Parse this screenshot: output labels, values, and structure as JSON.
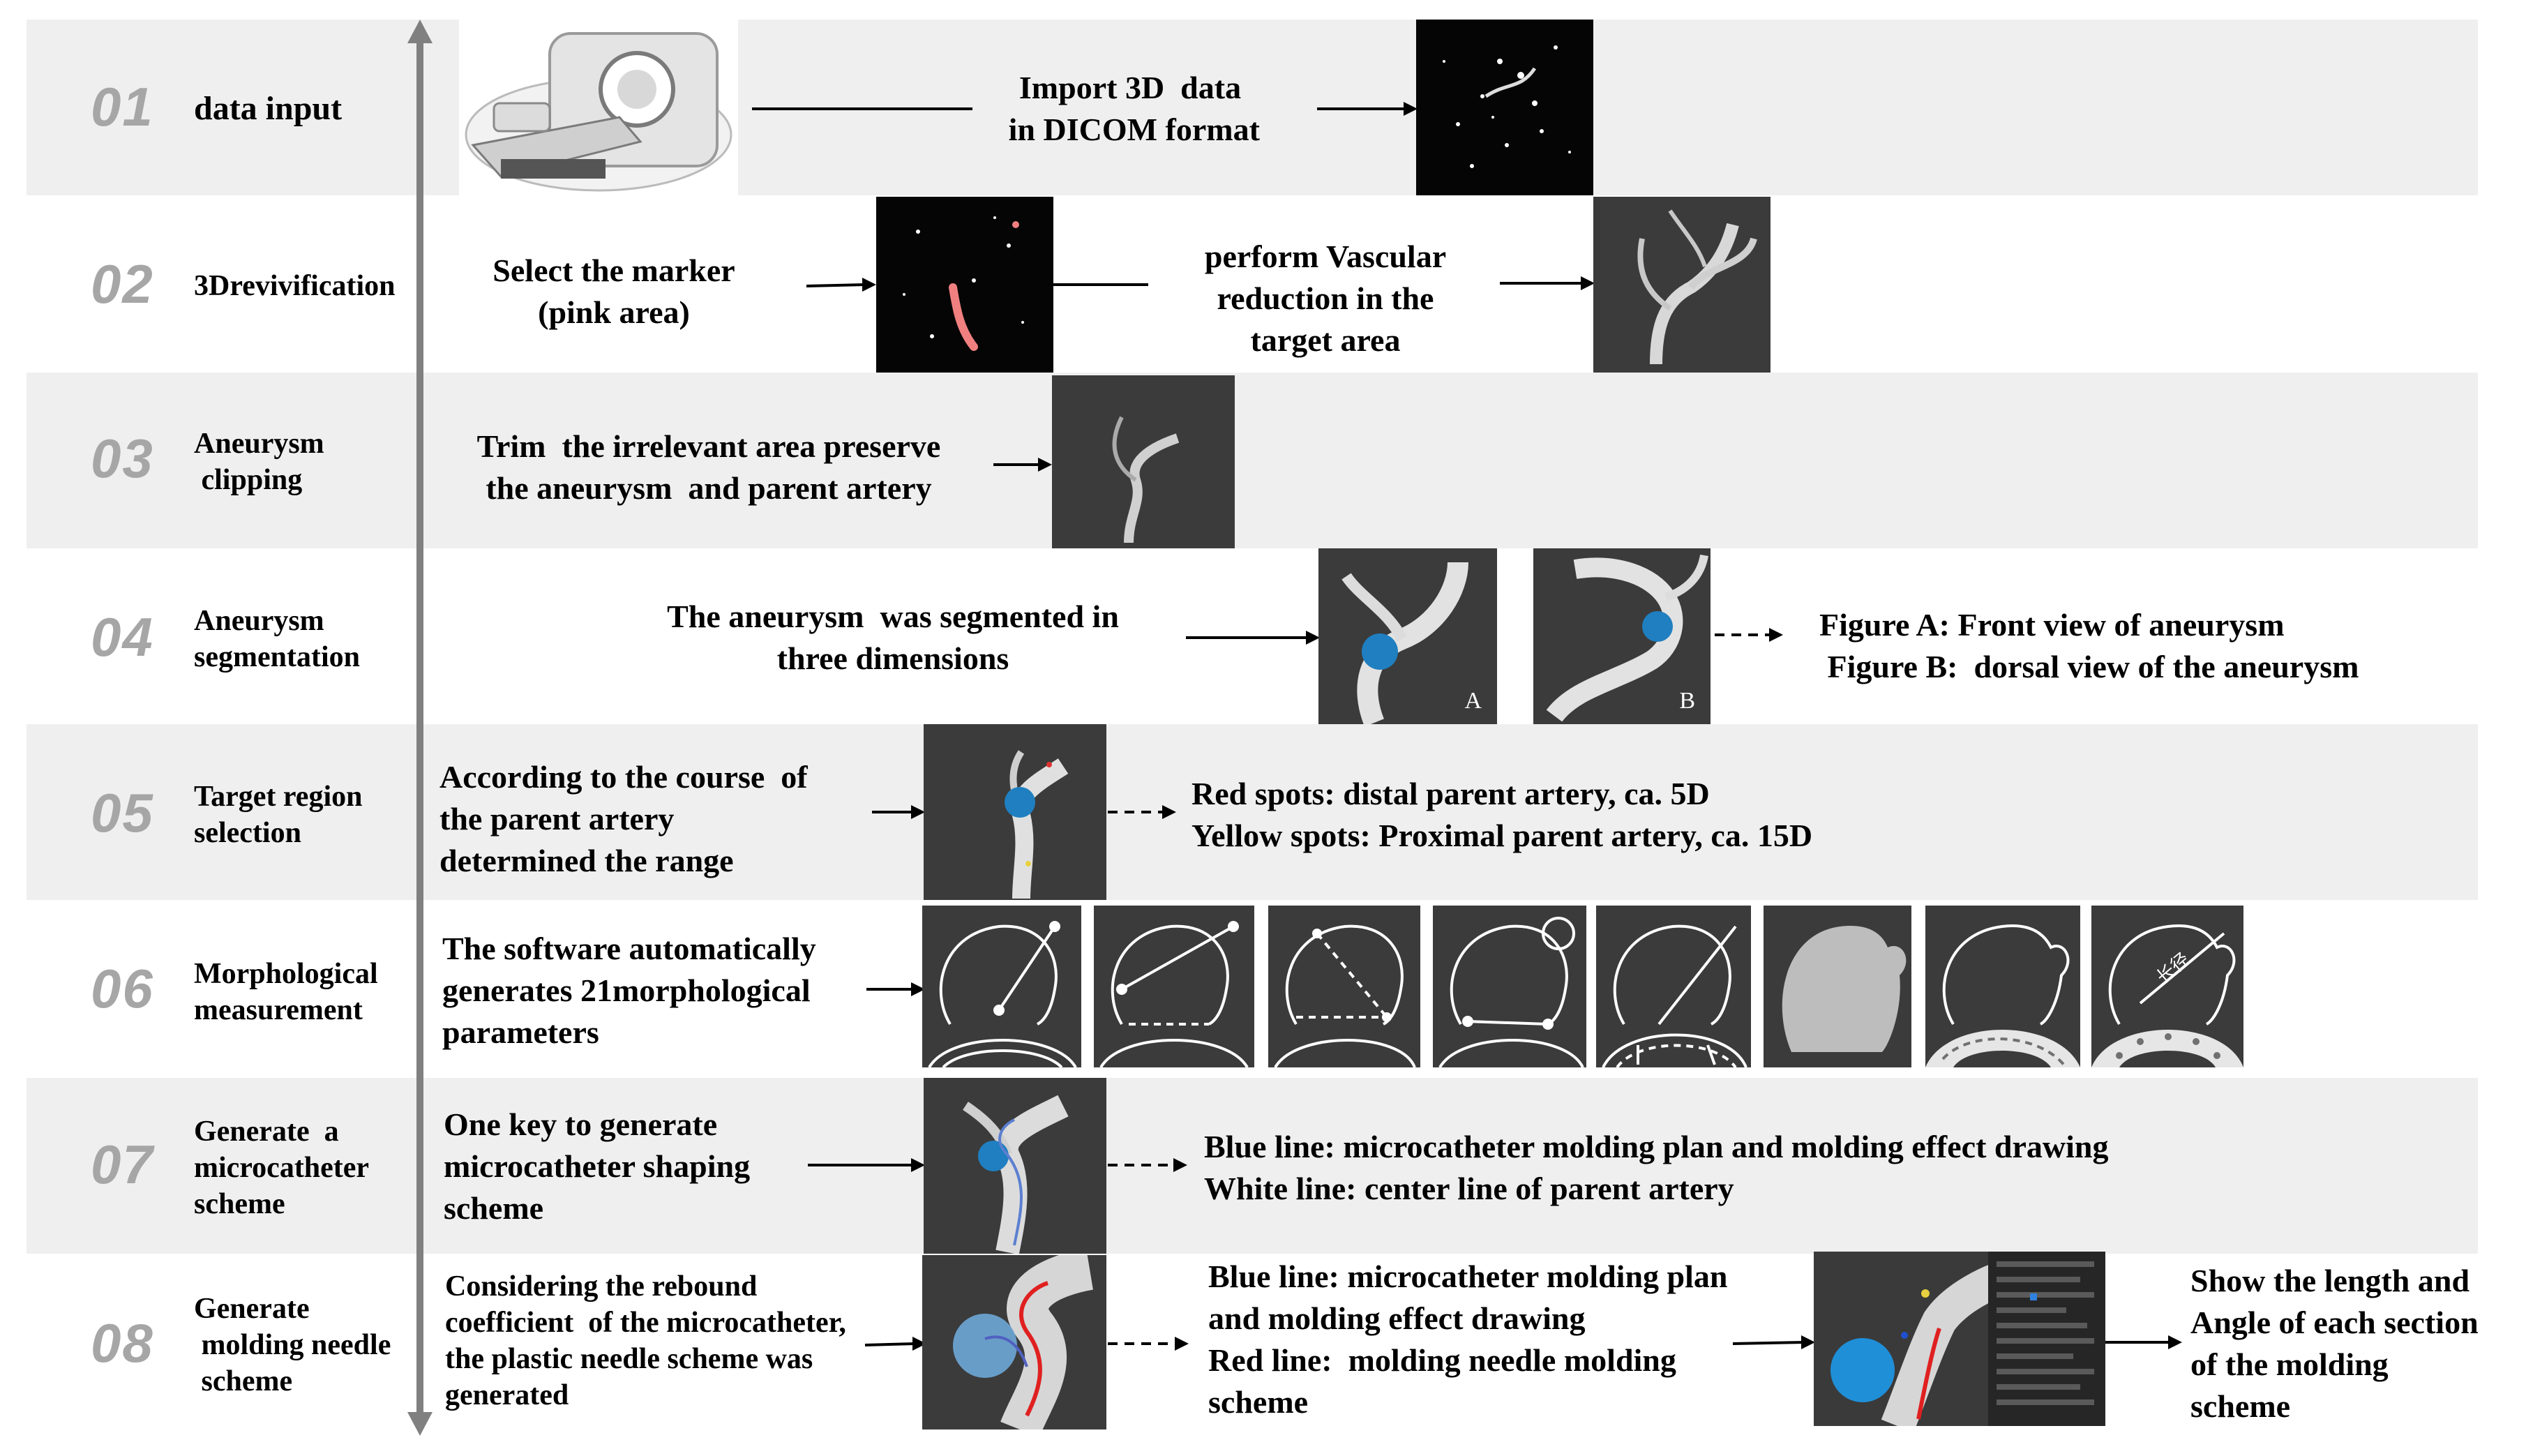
{
  "steps": [
    {
      "num": "01",
      "name": "data input"
    },
    {
      "num": "02",
      "name": "3Drevivification"
    },
    {
      "num": "03",
      "name": "Aneurysm\n clipping"
    },
    {
      "num": "04",
      "name": "Aneurysm\nsegmentation"
    },
    {
      "num": "05",
      "name": "Target region\nselection"
    },
    {
      "num": "06",
      "name": "Morphological\nmeasurement"
    },
    {
      "num": "07",
      "name": "Generate  a\nmicrocatheter\nscheme"
    },
    {
      "num": "08",
      "name": "Generate\n molding needle\n scheme"
    }
  ],
  "texts": {
    "s01_import": "Import 3D  data\n in DICOM format",
    "s02_marker": "Select the marker\n(pink area)",
    "s02_reduction": "perform Vascular\nreduction in the\ntarget area",
    "s03_trim": "Trim  the irrelevant area preserve\nthe aneurysm  and parent artery",
    "s04_segmented": "The aneurysm  was segmented in\nthree dimensions",
    "s04_figures": "Figure A: Front view of aneurysm\n Figure B:  dorsal view of the aneurysm",
    "s05_course": "According to the course  of\nthe parent artery\ndetermined the range",
    "s05_spots": "Red spots: distal parent artery, ca. 5D\nYellow spots: Proximal parent artery, ca. 15D",
    "s06_software": "The software automatically\ngenerates 21morphological\nparameters",
    "s07_onekey": "One key to generate\nmicrocatheter shaping\nscheme",
    "s07_lines": "Blue line: microcatheter molding plan and molding effect drawing\nWhite line: center line of parent artery",
    "s08_considering": "Considering the rebound\ncoefficient  of the microcatheter,\nthe plastic needle scheme was\ngenerated",
    "s08_lines": "Blue line: microcatheter molding plan\nand molding effect drawing\nRed line:  molding needle molding\nscheme",
    "s08_show": "Show the length and\nAngle of each section\nof the molding\nscheme"
  },
  "image_labels": {
    "figure_a": "A",
    "figure_b": "B",
    "measure_label": "长径"
  },
  "colors": {
    "band": "#efefef",
    "step_number": "#a6a6a6",
    "timeline": "#808080",
    "aneurysm_blue": "#1f7fc0",
    "marker_pink": "#f08080"
  }
}
